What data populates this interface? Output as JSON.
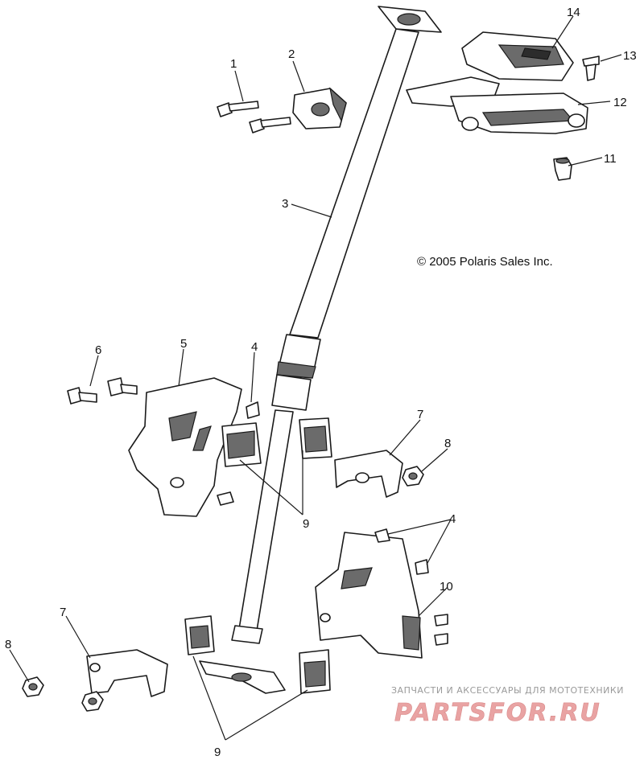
{
  "copyright": "© 2005 Polaris Sales Inc.",
  "watermark": {
    "tagline": "ЗАПЧАСТИ И АКСЕССУАРЫ ДЛЯ МОТОТЕХНИКИ",
    "logo": "PARTSFOR.RU"
  },
  "callouts": {
    "c1": "1",
    "c2": "2",
    "c3": "3",
    "c4a": "4",
    "c4b": "4",
    "c5": "5",
    "c6": "6",
    "c7a": "7",
    "c7b": "7",
    "c8a": "8",
    "c8b": "8",
    "c9a": "9",
    "c9b": "9",
    "c10": "10",
    "c11": "11",
    "c12": "12",
    "c13": "13",
    "c14": "14"
  },
  "colors": {
    "line": "#1a1a1a",
    "shade": "#6b6b6b",
    "watermark": "#e9a3a3"
  }
}
